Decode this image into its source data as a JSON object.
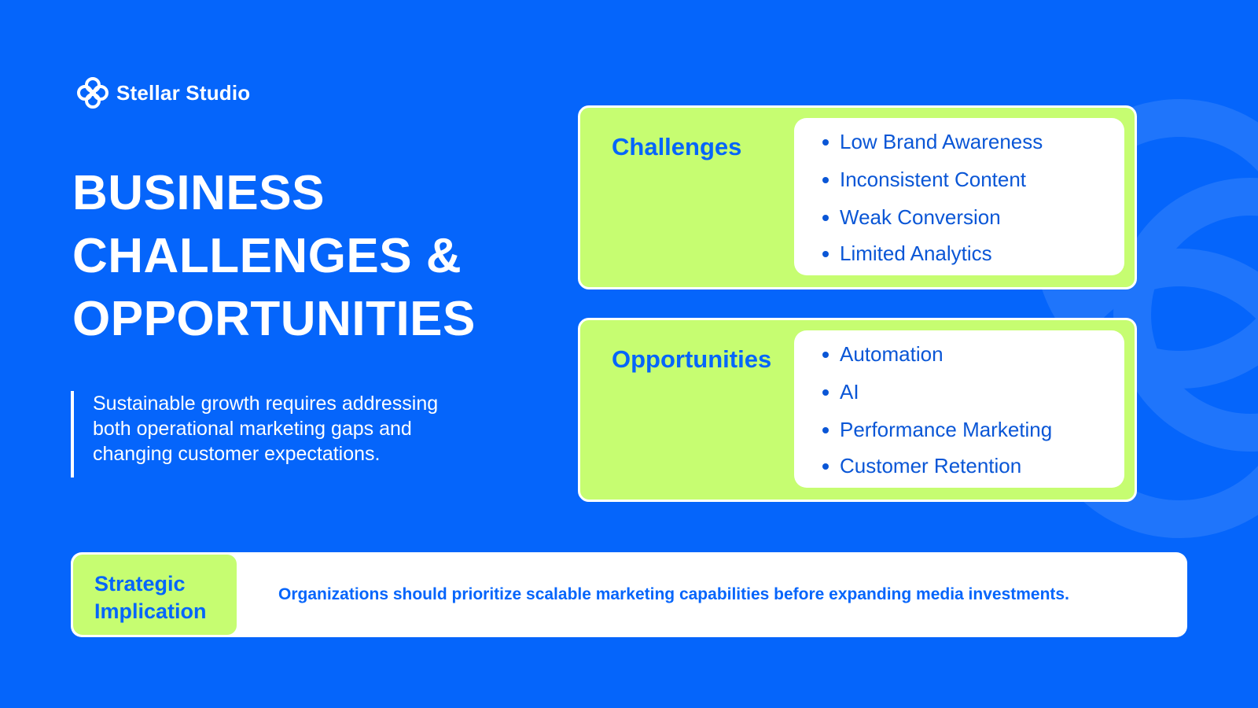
{
  "brand": {
    "name": "Stellar Studio",
    "logo_icon": "interlocking-rings-icon"
  },
  "headline": {
    "lines": [
      "BUSINESS",
      "CHALLENGES &",
      "OPPORTUNITIES"
    ]
  },
  "quote": {
    "text": "Sustainable growth requires addressing both operational marketing gaps and changing customer expectations."
  },
  "challenges": {
    "title": "Challenges",
    "items": [
      "Low Brand Awareness",
      "Inconsistent Content",
      "Weak Conversion",
      "Limited Analytics"
    ]
  },
  "opportunities": {
    "title": "Opportunities",
    "items": [
      "Automation",
      "AI",
      "Performance Marketing",
      "Customer Retention"
    ]
  },
  "strategy": {
    "label_lines": [
      "Strategic",
      "Implication"
    ],
    "text": "Organizations should prioritize scalable marketing capabilities before expanding media investments."
  },
  "colors": {
    "background": "#0565fb",
    "accent_green": "#c6fd71",
    "text_blue": "#0565fb",
    "white": "#ffffff"
  }
}
